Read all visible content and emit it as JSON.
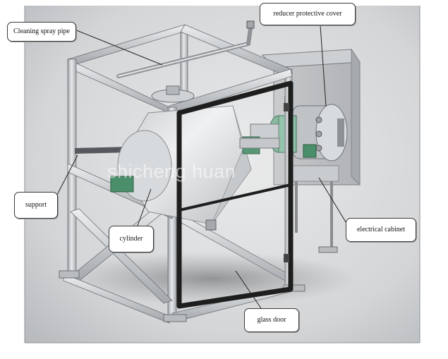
{
  "callouts": {
    "cleaning_spray_pipe": "Cleaning spray pipe",
    "reducer_protective_cover": "reducer protective cover",
    "support": "support",
    "cylinder": "cylinder",
    "electrical_cabinet": "electrical cabinet",
    "glass_door": "glass door"
  },
  "watermark": "shicheng huan",
  "colors": {
    "frame": "#c4c8cc",
    "frame_edge": "#6d7074",
    "door_frame": "#1e1e1e",
    "motor_green": "#7fb59a",
    "bearing_green": "#4a8f6a",
    "background": "#d6d8da"
  }
}
